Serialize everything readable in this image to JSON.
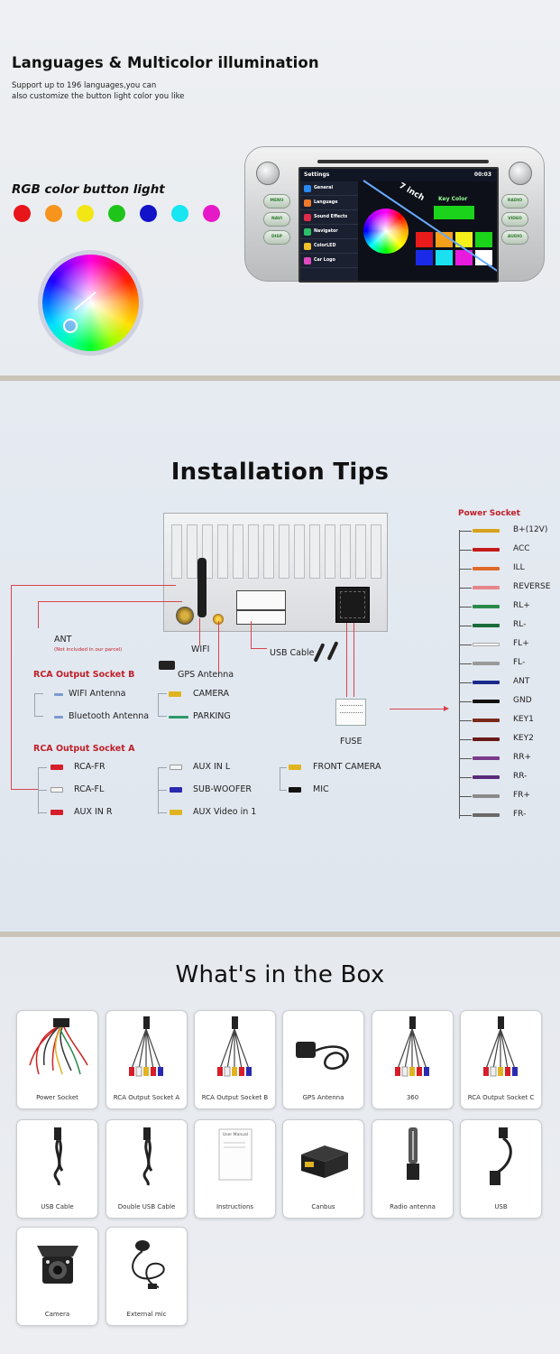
{
  "section1": {
    "title": "Languages & Multicolor illumination",
    "subtitle_line1": "Support up to 196 languages,you can",
    "subtitle_line2": "also customize the button light color you like",
    "rgb_label": "RGB color button light",
    "rgb_colors": [
      "#e8151b",
      "#f7941d",
      "#f2e614",
      "#1fc41a",
      "#1212c8",
      "#18e6f0",
      "#e619c8"
    ],
    "radio_screen": {
      "status_title": "Settings",
      "status_time": "00:03",
      "menu_items": [
        "General",
        "Language",
        "Sound Effects",
        "Navigator",
        "ColorLED",
        "Car Logo"
      ],
      "key_color_label": "Key Color",
      "inch_label": "7 inch",
      "buttons_left": [
        "MENU",
        "NAVI",
        "DISP"
      ],
      "buttons_right": [
        "RADIO",
        "VIDEO",
        "AUDIO"
      ]
    }
  },
  "section2": {
    "title": "Installation Tips",
    "labels": {
      "ant": "ANT",
      "ant_note": "(Not included in our parcel)",
      "wifi": "WIFI",
      "usb_cable": "USB Cable",
      "gps_antenna": "GPS Antenna",
      "fuse": "FUSE"
    },
    "rca_b": {
      "title": "RCA Output Socket B",
      "left": [
        "WIFI Antenna",
        "Bluetooth Antenna"
      ],
      "right": [
        "CAMERA",
        "PARKING"
      ]
    },
    "rca_a": {
      "title": "RCA Output Socket A",
      "col1": [
        "RCA-FR",
        "RCA-FL",
        "AUX IN R"
      ],
      "col2": [
        "AUX IN L",
        "SUB-WOOFER",
        "AUX Video in 1"
      ],
      "col3": [
        "FRONT CAMERA",
        "MIC"
      ]
    },
    "power_socket": {
      "title": "Power Socket",
      "pins": [
        "B+(12V)",
        "ACC",
        "ILL",
        "REVERSE",
        "RL+",
        "RL-",
        "FL+",
        "FL-",
        "ANT",
        "GND",
        "KEY1",
        "KEY2",
        "RR+",
        "RR-",
        "FR+",
        "FR-"
      ],
      "wire_colors": [
        "#d8a21a",
        "#c41a1a",
        "#e06a2a",
        "#e6868a",
        "#2a8a4a",
        "#1a6a3a",
        "#f2f2f2",
        "#9a9a9a",
        "#1a2a8a",
        "#111111",
        "#7a2a1a",
        "#6a1a1a",
        "#7a3a8a",
        "#5a2a7a",
        "#8a8a8a",
        "#6a6a6a"
      ]
    }
  },
  "section3": {
    "title": "What's in the Box",
    "items": [
      {
        "label": "Power Socket",
        "icon": "wire-harness-icon"
      },
      {
        "label": "RCA Output Socket A",
        "icon": "rca-cable-icon"
      },
      {
        "label": "RCA Output Socket B",
        "icon": "rca-cable-icon"
      },
      {
        "label": "GPS Antenna",
        "icon": "gps-antenna-icon"
      },
      {
        "label": "360",
        "icon": "rca-cable-icon"
      },
      {
        "label": "RCA Output Socket C",
        "icon": "rca-cable-icon"
      },
      {
        "label": "USB Cable",
        "icon": "usb-cable-icon"
      },
      {
        "label": "Double USB Cable",
        "icon": "usb-cable-icon"
      },
      {
        "label": "Instructions",
        "icon": "manual-icon"
      },
      {
        "label": "Canbus",
        "icon": "canbus-box-icon"
      },
      {
        "label": "Radio antenna",
        "icon": "radio-antenna-adapter-icon"
      },
      {
        "label": "USB",
        "icon": "usb-adapter-icon"
      },
      {
        "label": "Camera",
        "icon": "camera-icon"
      },
      {
        "label": "External mic",
        "icon": "microphone-icon"
      }
    ],
    "manual_text": "User Manual"
  }
}
